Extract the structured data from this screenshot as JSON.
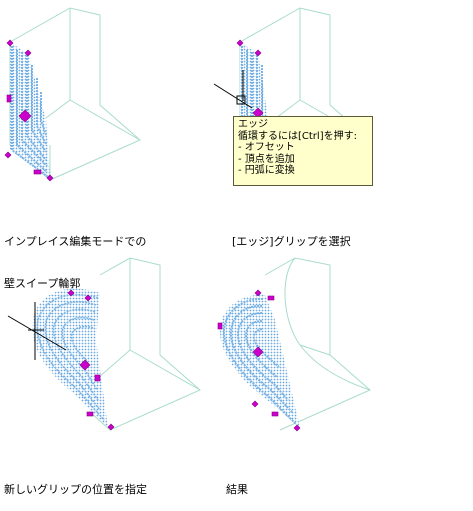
{
  "colors": {
    "box": "#a8dcc8",
    "stripe": "#7ab4e6",
    "grip": "#cc00cc",
    "tooltip_bg": "#ffffcc"
  },
  "captions": {
    "step1": [
      "インプレイス編集モードでの",
      "壁スイープ輪郭"
    ],
    "step2": [
      "[エッジ]グリップを選択"
    ],
    "step3": [
      "新しいグリップの位置を指定"
    ],
    "step4": [
      "結果"
    ]
  },
  "tooltip": {
    "title": "エッジ",
    "hint": "循環するには[Ctrl]を押す:",
    "options": [
      "- オフセット",
      "- 頂点を追加",
      "- 円弧に変換"
    ]
  }
}
